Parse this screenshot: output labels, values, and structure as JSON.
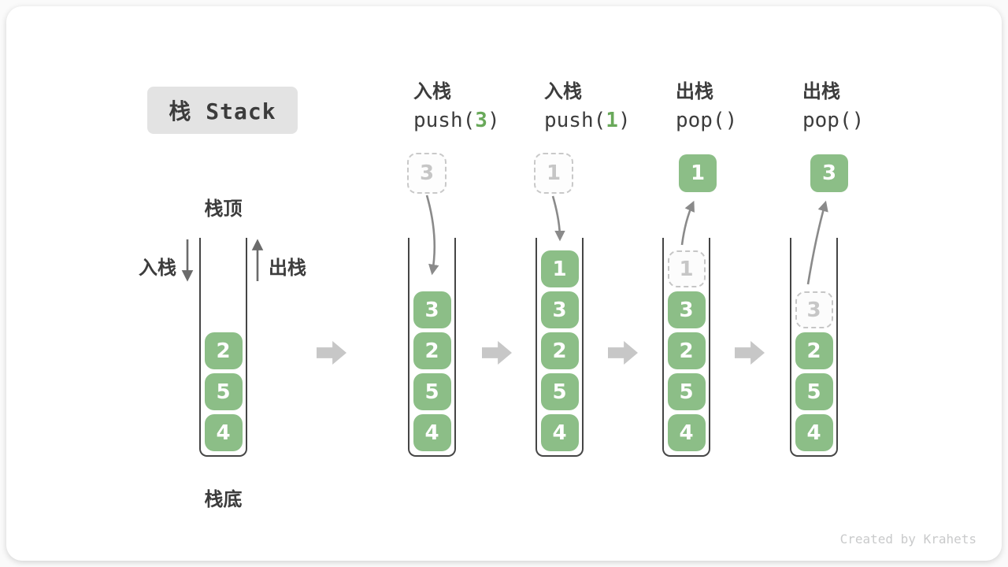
{
  "title": {
    "label": "栈 Stack"
  },
  "legend": {
    "top": "栈顶",
    "bottom": "栈底",
    "push": "入栈",
    "pop": "出栈"
  },
  "operations": [
    {
      "name": "入栈",
      "pre": "push(",
      "num": "3",
      "post": ")"
    },
    {
      "name": "入栈",
      "pre": "push(",
      "num": "1",
      "post": ")"
    },
    {
      "name": "出栈",
      "pre": "pop(",
      "num": "",
      "post": ")"
    },
    {
      "name": "出栈",
      "pre": "pop(",
      "num": "",
      "post": ")"
    }
  ],
  "stacks": [
    {
      "items": [
        "2",
        "5",
        "4"
      ],
      "ghost": "",
      "floating": ""
    },
    {
      "items": [
        "3",
        "2",
        "5",
        "4"
      ],
      "ghost": "",
      "floating": "3"
    },
    {
      "items": [
        "1",
        "3",
        "2",
        "5",
        "4"
      ],
      "ghost": "",
      "floating": "1"
    },
    {
      "items": [
        "3",
        "2",
        "5",
        "4"
      ],
      "ghost": "1",
      "floating": "1"
    },
    {
      "items": [
        "2",
        "5",
        "4"
      ],
      "ghost": "3",
      "floating": "3"
    }
  ],
  "footer": "Created by Krahets",
  "colors": {
    "green": "#8CBE87",
    "accent_green": "#69A95A",
    "text_dark": "#3C3C3C",
    "arrow_gray": "#8A8A8A",
    "legend_arrow": "#6B6B6B",
    "block_arrow": "#C7C7C7",
    "ghost": "#C6C6C6",
    "wall": "#454545",
    "title_bg": "#E3E3E3",
    "footer_gray": "#C9CACB"
  }
}
